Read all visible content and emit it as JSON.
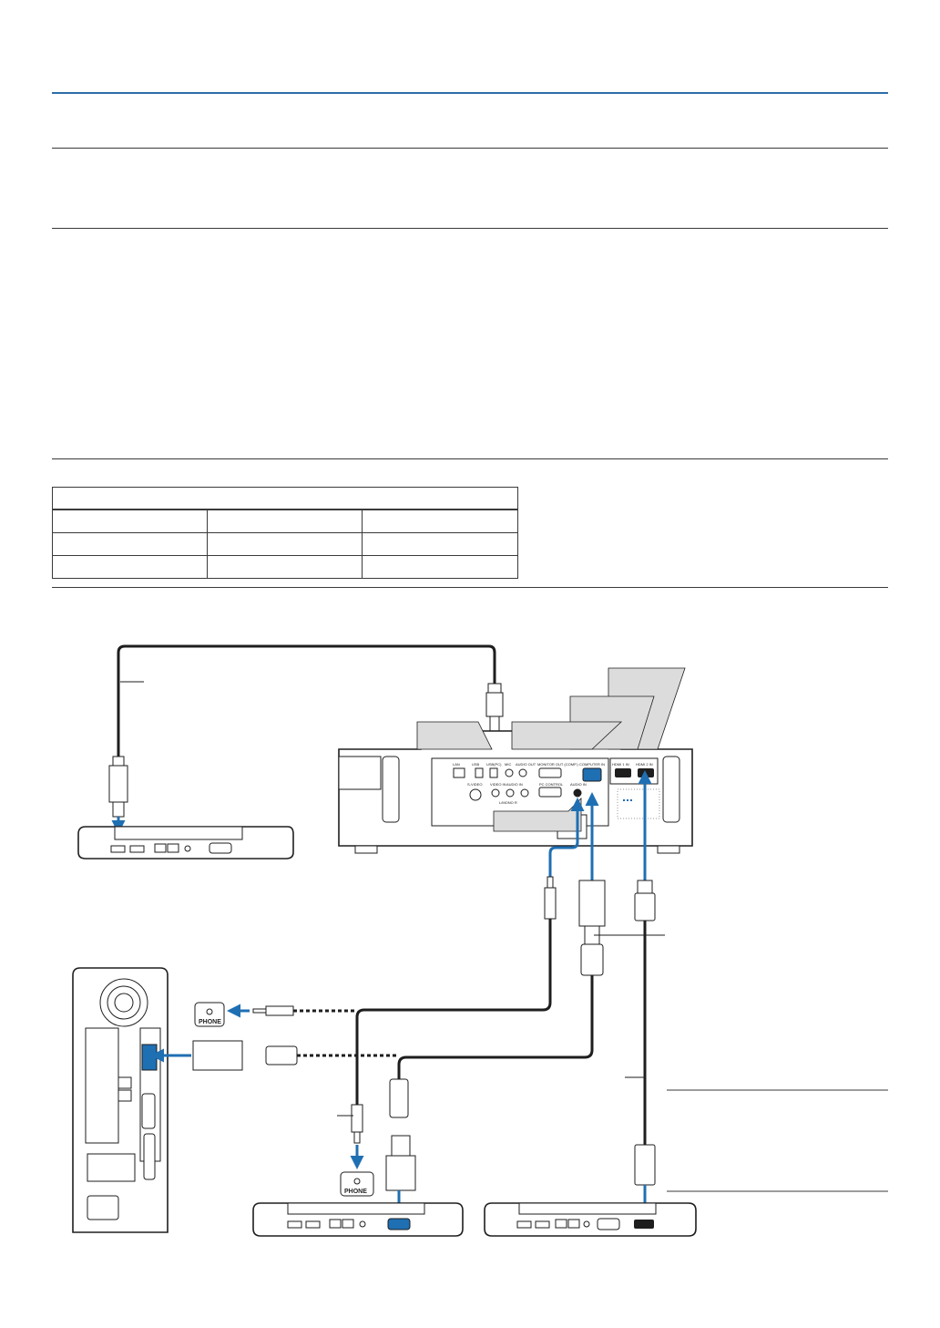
{
  "projector_ports": {
    "lan": "LAN",
    "usb_b": "USB(PC)",
    "usb_a": "USB",
    "mic": "MIC",
    "audio_out": "AUDIO OUT",
    "monitor_out": "MONITOR OUT (COMP.)",
    "computer_in": "COMPUTER IN",
    "audio_in": "AUDIO IN",
    "s_video": "S-VIDEO",
    "video_in": "VIDEO IN",
    "audio_in_lr": "AUDIO IN",
    "lr": "L/MONO  R",
    "pc_control": "PC CONTROL",
    "hdmi1": "HDMI 1 IN",
    "hdmi2": "HDMI 2 IN"
  },
  "jacks": {
    "phone_desktop": "PHONE",
    "phone_laptop": "PHONE"
  },
  "colors": {
    "accent_blue": "#1f6fb3",
    "callout_gray": "#dcdcdc",
    "line_dark": "#1e1e1e"
  }
}
